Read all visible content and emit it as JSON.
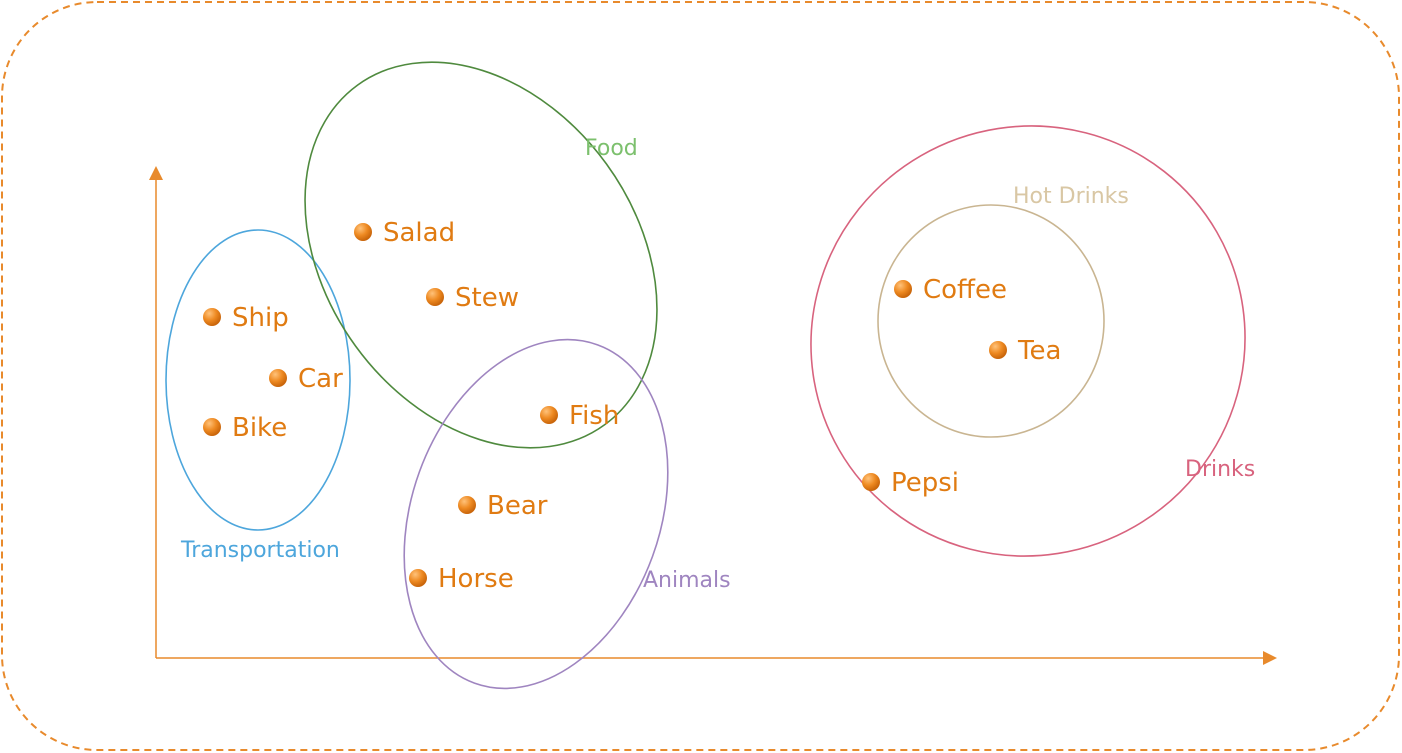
{
  "colors": {
    "frame": "#e88a2c",
    "axis": "#e88a2c",
    "point_fill": "#e8801a",
    "point_highlight": "#ffc27a",
    "point_text": "#e07b12"
  },
  "clusters": [
    {
      "id": "transportation",
      "label": "Transportation",
      "color": "#4da6dc"
    },
    {
      "id": "food",
      "label": "Food",
      "color": "#4f8a3e",
      "label_color": "#7cc06d"
    },
    {
      "id": "animals",
      "label": "Animals",
      "color": "#9f85c0"
    },
    {
      "id": "drinks",
      "label": "Drinks",
      "color": "#d8637e"
    },
    {
      "id": "hot_drinks",
      "label": "Hot Drinks",
      "color": "#c9b591",
      "label_color": "#d9c7a4"
    }
  ],
  "points": [
    {
      "id": "ship",
      "label": "Ship"
    },
    {
      "id": "car",
      "label": "Car"
    },
    {
      "id": "bike",
      "label": "Bike"
    },
    {
      "id": "salad",
      "label": "Salad"
    },
    {
      "id": "stew",
      "label": "Stew"
    },
    {
      "id": "fish",
      "label": "Fish"
    },
    {
      "id": "bear",
      "label": "Bear"
    },
    {
      "id": "horse",
      "label": "Horse"
    },
    {
      "id": "coffee",
      "label": "Coffee"
    },
    {
      "id": "tea",
      "label": "Tea"
    },
    {
      "id": "pepsi",
      "label": "Pepsi"
    }
  ]
}
